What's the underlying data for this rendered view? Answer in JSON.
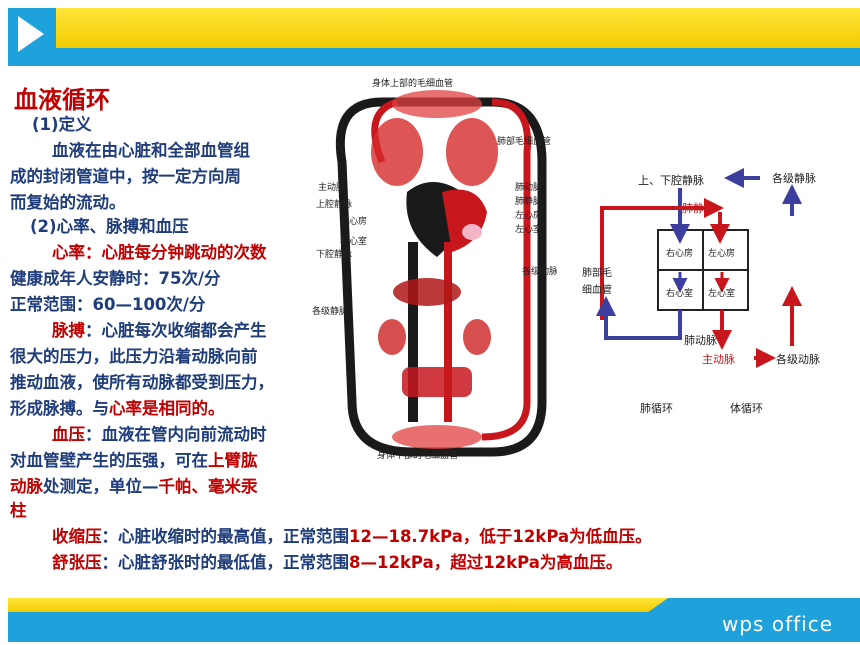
{
  "slide": {
    "title": "血液循环",
    "section1": "(1)定义",
    "definition_lines": [
      "血液在由心脏和全部血管组",
      "成的封闭管道中，按一定方向周",
      "而复始的流动。"
    ],
    "section2": "(2)心率、脉搏和血压",
    "heart_rate_term": "心率：",
    "heart_rate_def": "心脏每分钟跳动的次数",
    "resting_rate": "健康成年人安静时：75次/分",
    "normal_range": "正常范围：60—100次/分",
    "pulse_term": "脉搏",
    "pulse_lines": [
      "：心脏每次收缩都会产生",
      "很大的压力，此压力沿着动脉向前",
      "推动血液，使所有动脉都受到压力，",
      "形成脉搏。与"
    ],
    "pulse_same_a": "心率",
    "pulse_same_b": "是相同的。",
    "bp_term": "血压",
    "bp_lines": [
      "：血液在管内向前流动时",
      "对血管壁产生的压强，可在"
    ],
    "bp_site_a": "上臂肱",
    "bp_site_b": "动脉",
    "bp_measure": "处测定，单位—",
    "bp_units_a": "千帕、毫米汞",
    "bp_units_b": "柱",
    "systolic_term": "收缩压",
    "systolic_def": "：心脏收缩时的最高值，正常范围",
    "systolic_range": "12—18.7kPa，低于12kPa为低血压。",
    "diastolic_term": "舒张压",
    "diastolic_def": "：心脏舒张时的最低值，正常范围",
    "diastolic_range": "8—12kPa，超过12kPa为高血压。"
  },
  "diagram": {
    "upper_capillaries": "身体上部的毛细血管",
    "lung_capillaries": "肺部毛细血管",
    "aorta": "主动脉",
    "sup_vena_cava": "上腔静脉",
    "right_atrium": "右心房",
    "right_ventricle": "右心室",
    "inf_vena_cava": "下腔静脉",
    "pulm_artery": "肺动脉",
    "pulm_vein": "肺静脉",
    "left_atrium": "左心房",
    "left_ventricle": "左心室",
    "arteries": "各级动脉",
    "veins": "各级静脉",
    "lower_capillaries": "身体下部的毛细血管"
  },
  "flow": {
    "vena_cava": "上、下腔静脉",
    "veins": "各级静脉",
    "pulm_vein": "肺静脉",
    "right_atrium": "右心房",
    "left_atrium": "左心房",
    "right_ventricle": "右心室",
    "left_ventricle": "左心室",
    "lung_capillaries_a": "肺部毛",
    "lung_capillaries_b": "细血管",
    "pulm_artery": "肺动脉",
    "aorta": "主动脉",
    "arteries": "各级动脉",
    "pulmonary_circulation": "肺循环",
    "systemic_circulation": "体循环"
  },
  "brand": {
    "logo_text": "wps office"
  },
  "colors": {
    "accent_blue": "#1fa2dc",
    "accent_yellow": "#f5d400",
    "text_blue": "#1f3d7a",
    "text_red": "#c00000"
  }
}
